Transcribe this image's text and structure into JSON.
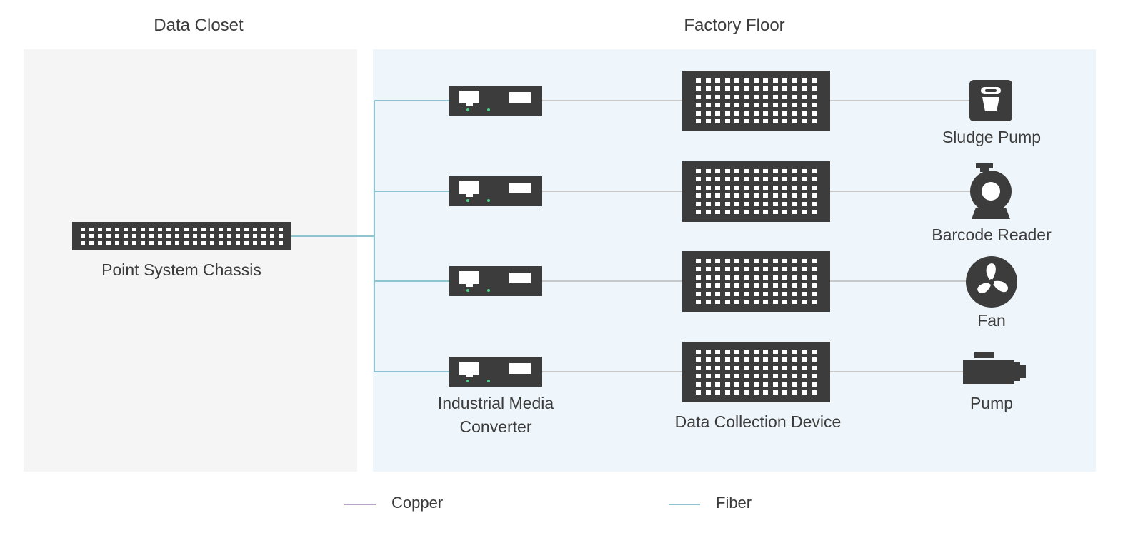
{
  "zones": {
    "closet_title": "Data Closet",
    "floor_title": "Factory Floor"
  },
  "labels": {
    "chassis": "Point System Chassis",
    "converter_line1": "Industrial Media",
    "converter_line2": "Converter",
    "collector": "Data Collection Device"
  },
  "equipment": [
    {
      "name": "Sludge Pump",
      "icon": "sludge-pump-icon"
    },
    {
      "name": "Barcode Reader",
      "icon": "centrifugal-pump-icon"
    },
    {
      "name": "Fan",
      "icon": "fan-icon"
    },
    {
      "name": "Pump",
      "icon": "motor-pump-icon"
    }
  ],
  "legend": [
    {
      "label": "Copper",
      "color": "#b9a6c6"
    },
    {
      "label": "Fiber",
      "color": "#8fc3cf"
    }
  ],
  "colors": {
    "device": "#3c3c3c",
    "closet_bg": "#f5f5f5",
    "floor_bg": "#eef6fb",
    "fiber": "#8fc3cf",
    "copper_run": "#c8c8c8",
    "led": "#4fd18a"
  }
}
